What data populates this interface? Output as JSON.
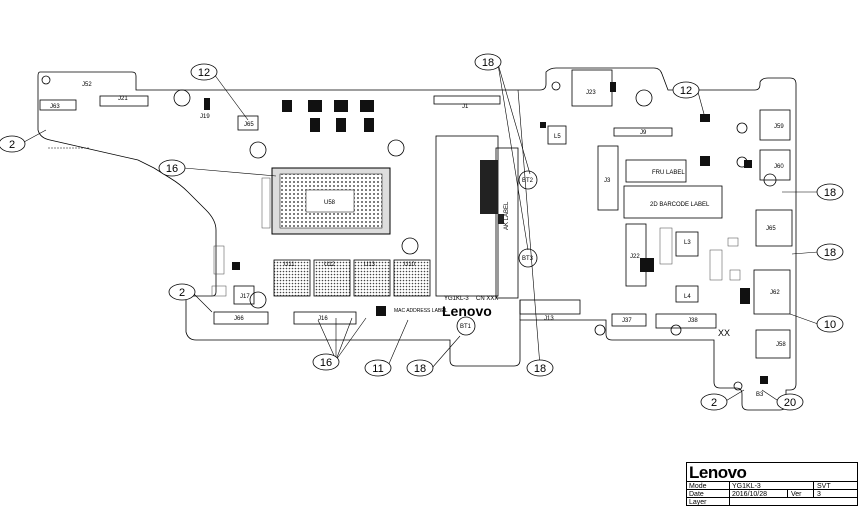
{
  "colors": {
    "line": "#000000",
    "grid": "#888888",
    "package": "#555555"
  },
  "components": {
    "J52": "J52",
    "J63": "J63",
    "J21": "J21",
    "J19": "J19",
    "J65a": "J65",
    "J1": "J1",
    "J23": "J23",
    "L5": "L5",
    "J9": "J9",
    "J59": "J59",
    "J60": "J60",
    "J3": "J3",
    "J22": "J22",
    "U58": "U58",
    "U11": "U11",
    "U12": "U12",
    "U13": "U13",
    "U10": "U10",
    "J66": "J66",
    "J16": "J16",
    "J17": "J17",
    "J13": "J13",
    "J37": "J37",
    "J38": "J38",
    "L3": "L3",
    "L4": "L4",
    "J65": "J65",
    "J62": "J62",
    "J58": "J58",
    "BT1": "BT1",
    "BT2": "BT2",
    "BT3": "BT3",
    "B3": "B3"
  },
  "callouts": [
    {
      "id": "c12a",
      "label": "12"
    },
    {
      "id": "c18a",
      "label": "18"
    },
    {
      "id": "c12b",
      "label": "12"
    },
    {
      "id": "c2a",
      "label": "2"
    },
    {
      "id": "c16a",
      "label": "16"
    },
    {
      "id": "c18b",
      "label": "18"
    },
    {
      "id": "c18c",
      "label": "18"
    },
    {
      "id": "c2b",
      "label": "2"
    },
    {
      "id": "c16b",
      "label": "16"
    },
    {
      "id": "c11",
      "label": "11"
    },
    {
      "id": "c18d",
      "label": "18"
    },
    {
      "id": "c10",
      "label": "10"
    },
    {
      "id": "c18e",
      "label": "18"
    },
    {
      "id": "c2c",
      "label": "2"
    },
    {
      "id": "c20",
      "label": "20"
    }
  ],
  "board_text": {
    "lenovo": "Lenovo",
    "model_silk": "YG1KL-3",
    "cn_silk": "CN XXX",
    "mac_label": "MAC ADDRESS LABEL",
    "fru_label": "FRU LABEL",
    "barcode_label": "2D BARCODE LABEL",
    "xx_silk": "XX",
    "ak_label": "AK LABEL"
  },
  "title_block": {
    "logo": "Lenovo",
    "model_label": "Mode",
    "model_value": "YG1KL-3",
    "stage": "SVT",
    "date_label": "Date",
    "date_value": "2016/10/28",
    "ver_label": "Ver",
    "ver_value": "3",
    "layer_label": "Layer"
  }
}
